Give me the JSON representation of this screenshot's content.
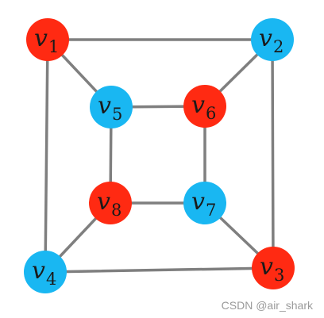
{
  "graph": {
    "colors": {
      "red": "#ff2a12",
      "blue": "#19b7f2",
      "edge": "#7f7f7f"
    },
    "nodes": [
      {
        "id": "v1",
        "base": "v",
        "sub": "1",
        "color": "red"
      },
      {
        "id": "v2",
        "base": "v",
        "sub": "2",
        "color": "blue"
      },
      {
        "id": "v3",
        "base": "v",
        "sub": "3",
        "color": "red"
      },
      {
        "id": "v4",
        "base": "v",
        "sub": "4",
        "color": "blue"
      },
      {
        "id": "v5",
        "base": "v",
        "sub": "5",
        "color": "blue"
      },
      {
        "id": "v6",
        "base": "v",
        "sub": "6",
        "color": "red"
      },
      {
        "id": "v7",
        "base": "v",
        "sub": "7",
        "color": "blue"
      },
      {
        "id": "v8",
        "base": "v",
        "sub": "8",
        "color": "red"
      }
    ],
    "edges": [
      [
        "v1",
        "v2"
      ],
      [
        "v2",
        "v3"
      ],
      [
        "v3",
        "v4"
      ],
      [
        "v4",
        "v1"
      ],
      [
        "v5",
        "v6"
      ],
      [
        "v6",
        "v7"
      ],
      [
        "v7",
        "v8"
      ],
      [
        "v8",
        "v5"
      ],
      [
        "v1",
        "v5"
      ],
      [
        "v2",
        "v6"
      ],
      [
        "v3",
        "v7"
      ],
      [
        "v4",
        "v8"
      ]
    ]
  },
  "watermark": "CSDN @air_shark"
}
